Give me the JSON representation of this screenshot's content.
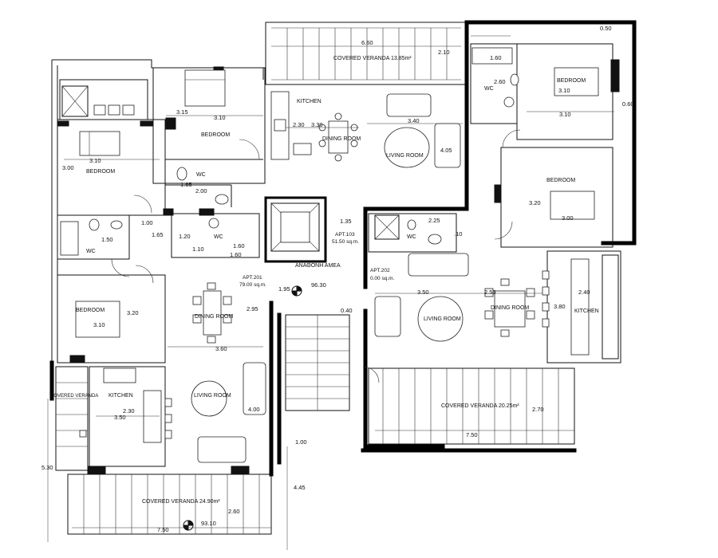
{
  "rooms": {
    "veranda_top": "COVERED VERANDA 13.85m²",
    "kitchen_top": "KITCHEN",
    "dining_top": "DINING ROOM",
    "living_top": "LIVING ROOM",
    "bedroom_tl": "BEDROOM",
    "bedroom_l": "BEDROOM",
    "wc_tl": "WC",
    "wc_l": "WC",
    "wc_mid": "WC",
    "bedroom_left_lower": "BEDROOM",
    "dining_201": "DINING ROOM",
    "kitchen_201": "KITCHEN",
    "veranda_201_side": "COVERED VERANDA",
    "living_201": "LIVING ROOM",
    "veranda_201": "COVERED VERANDA 24.90m²",
    "amea": "ΑΝΑΘΟΝΗ ΑΜΕΑ",
    "bedroom_r1": "BEDROOM",
    "wc_r": "WC",
    "bedroom_r2": "BEDROOM",
    "wc_202": "WC",
    "living_202": "LIVING ROOM",
    "dining_202": "DINING ROOM",
    "kitchen_202": "KITCHEN",
    "veranda_202": "COVERED VERANDA 20.25m²"
  },
  "apartments": {
    "apt103": "APT.103",
    "apt103_area": "51.50 sq.m.",
    "apt201": "APT.201",
    "apt201_area": "79.00 sq.m.",
    "apt202": "APT.202",
    "apt202_area": "0.00 sq.m."
  },
  "dims": {
    "d660": "6.60",
    "d050": "0.50",
    "d210": "2.10",
    "d160a": "1.60",
    "d260": "2.60",
    "d315": "3.15",
    "d310a": "3.10",
    "d310b": "3.10",
    "d300a": "3.00",
    "d230a": "2.30",
    "d330": "3.30",
    "d340": "3.40",
    "d405": "4.05",
    "d310c": "3.10",
    "d060": "0.60",
    "d310d": "3.10",
    "d165a": "1.65",
    "d200": "2.00",
    "d320a": "3.20",
    "d300b": "3.00",
    "d100a": "1.00",
    "d150": "1.50",
    "d165b": "1.65",
    "d120": "1.20",
    "d110": "1.10",
    "d160b": "1.60",
    "d160c": "1.60",
    "d135": "1.35",
    "d225": "2.25",
    "d010": ".10",
    "d295": "2.95",
    "d195": "1.95",
    "d9630": "96.30",
    "d040": "0.40",
    "d310e": "3.10",
    "d320b": "3.20",
    "d360": "3.60",
    "d350a": "3.50",
    "d255": "2.55",
    "d240": "2.40",
    "d380": "3.80",
    "d230b": "2.30",
    "d350b": "3.50",
    "d400": "4.00",
    "d270": "2.70",
    "d750a": "7.50",
    "d100b": "1.00",
    "d530": "5.30",
    "d445": "4.45",
    "d260b": "2.60",
    "d750b": "7.50",
    "d9310": "93.10"
  },
  "colors": {
    "wall": "#000000",
    "line": "#111111",
    "background": "#ffffff"
  }
}
